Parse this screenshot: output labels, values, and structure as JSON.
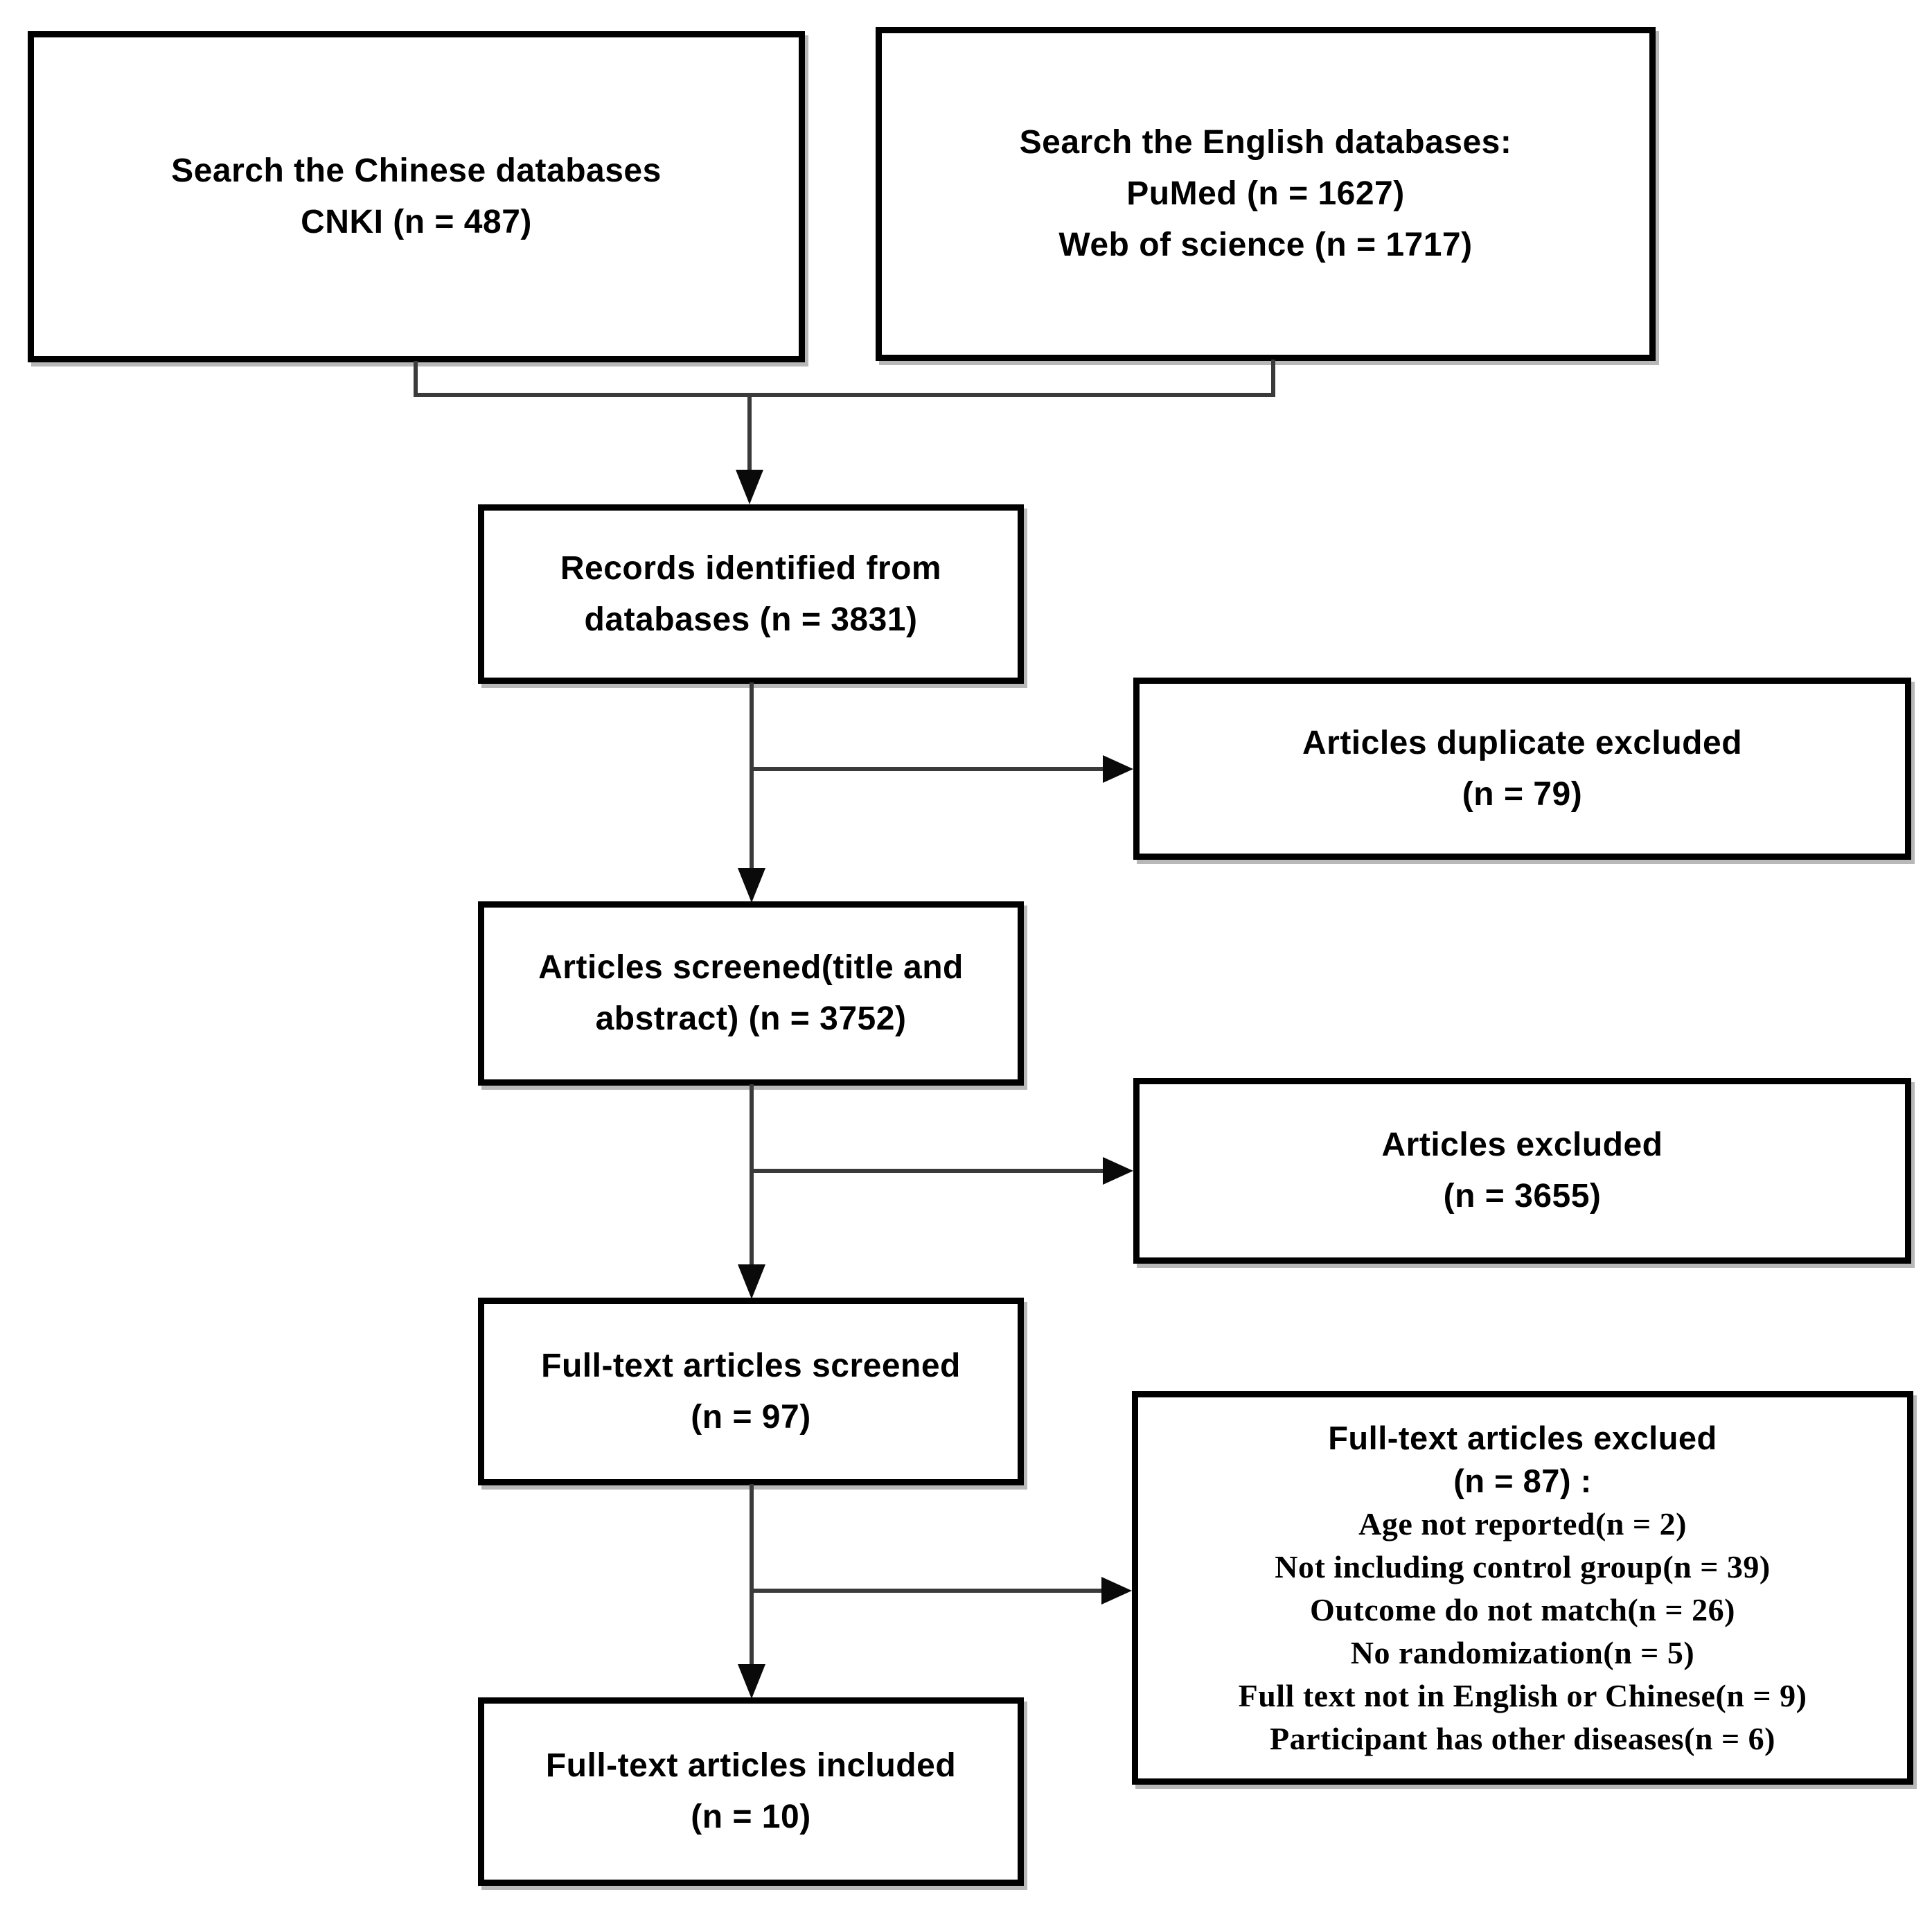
{
  "colors": {
    "background": "#ffffff",
    "box_border": "#000000",
    "connector": "#3a3a3a",
    "text": "#000000"
  },
  "boxes": {
    "chinese_db": {
      "lines": [
        "Search the Chinese databases",
        "CNKI (n = 487)"
      ]
    },
    "english_db": {
      "lines": [
        "Search the English databases:",
        "PuMed (n = 1627)",
        "Web of science (n = 1717)"
      ]
    },
    "records_identified": {
      "lines": [
        "Records identified from",
        "databases (n = 3831)"
      ]
    },
    "duplicates_excluded": {
      "lines": [
        "Articles duplicate excluded",
        "(n = 79)"
      ]
    },
    "articles_screened": {
      "lines": [
        "Articles screened(title and",
        "abstract) (n = 3752)"
      ]
    },
    "articles_excluded": {
      "lines": [
        "Articles excluded",
        "(n = 3655)"
      ]
    },
    "fulltext_screened": {
      "lines": [
        "Full-text articles screened",
        "(n = 97)"
      ]
    },
    "fulltext_excluded": {
      "title_lines": [
        "Full-text articles exclued",
        "(n = 87) :"
      ],
      "reasons": [
        "Age not reported(n = 2)",
        "Not including control group(n = 39)",
        "Outcome do not match(n = 26)",
        "No randomization(n = 5)",
        "Full text not in English or Chinese(n = 9)",
        "Participant has other diseases(n = 6)"
      ]
    },
    "fulltext_included": {
      "lines": [
        "Full-text articles included",
        "(n = 10)"
      ]
    }
  }
}
